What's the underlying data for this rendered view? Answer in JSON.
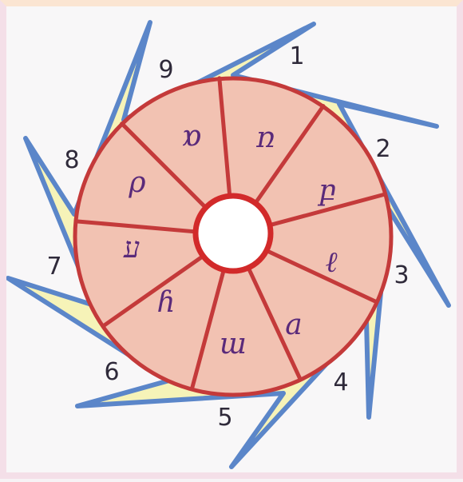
{
  "star_numbers": [
    "1",
    "2",
    "3",
    "4",
    "5",
    "6",
    "7",
    "8",
    "9"
  ],
  "wheel_letters": [
    "ɒ",
    "ռ",
    "բ",
    "ℓ",
    "a",
    "ɯ",
    "ɦ",
    "ע",
    "ρ"
  ],
  "colors": {
    "paper": "#f8f7f8",
    "star_fill": "#f6f3b8",
    "star_outline": "#5b86c9",
    "wheel_fill": "#f2c2b2",
    "wheel_lines": "#c43a3a",
    "hub_fill": "#ffffff",
    "hub_ring": "#d22a2a",
    "ink_numbers": "#2f2a3a",
    "ink_letters": "#5a2a7a"
  }
}
